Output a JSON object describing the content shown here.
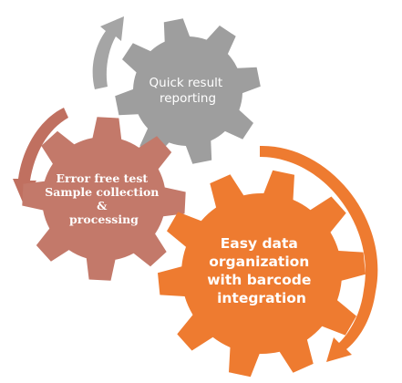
{
  "gears": [
    {
      "id": "grey",
      "lines": [
        "Quick result",
        "reporting"
      ],
      "fill": "#9e9e9e",
      "arrow_fill": "#a5a5a5"
    },
    {
      "id": "brown",
      "lines": [
        "Error free test",
        "Sample collection",
        "&",
        "processing"
      ],
      "fill": "#c3796a",
      "arrow_fill": "#c07060"
    },
    {
      "id": "orange",
      "lines": [
        "Easy data",
        "organization",
        "with  barcode",
        "integration"
      ],
      "fill": "#ee7b30",
      "arrow_fill": "#ee7b30"
    }
  ]
}
